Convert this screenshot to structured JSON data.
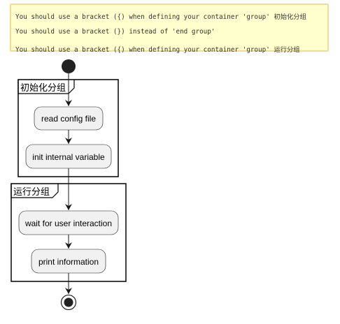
{
  "warnings": [
    "You should use a bracket ({) when defining your container 'group' 初始化分组",
    "You should use a bracket (}) instead of 'end group'",
    "You should use a bracket ({) when defining your container 'group' 运行分组"
  ],
  "groups": [
    {
      "title": "初始化分组",
      "activities": [
        "read config file",
        "init internal variable"
      ]
    },
    {
      "title": "运行分组",
      "activities": [
        "wait for user interaction",
        "print information"
      ]
    }
  ],
  "colors": {
    "warning_bg": "#FFFFCE",
    "warning_border": "#F3DC91",
    "activity_fill": "#F1F1F1",
    "line": "#181818"
  }
}
